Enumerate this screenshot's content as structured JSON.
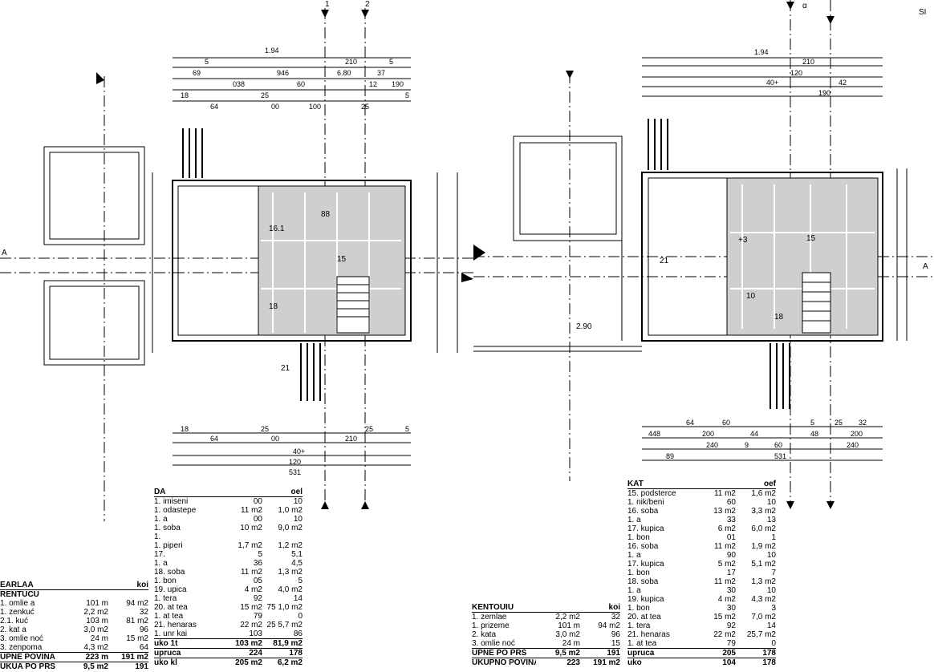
{
  "plan_left": {
    "axis_top": [
      "1",
      "2"
    ],
    "axis_side": "A",
    "rooms": [
      "16.1",
      "15",
      "18",
      "88",
      "21"
    ],
    "dims_top": [
      "1.94",
      "5",
      "210",
      "5",
      "69",
      "946",
      "37",
      "038",
      "60",
      "6.80",
      "12",
      "190",
      "18",
      "64",
      "25",
      "00",
      "100",
      "25",
      "5"
    ],
    "dims_bottom": [
      "18",
      "64",
      "25",
      "00",
      "210",
      "25",
      "5",
      "40+",
      "120",
      "531"
    ]
  },
  "plan_right": {
    "axis_top": [
      "α",
      "SI"
    ],
    "axis_side": "A",
    "rooms": [
      "21",
      "+3",
      "15",
      "18",
      "2.90",
      "10"
    ],
    "dims_top": [
      "1.94",
      "210",
      "40+",
      "42",
      "120",
      "190"
    ],
    "dims_bottom": [
      "64",
      "60",
      "5",
      "25",
      "32",
      "448",
      "200",
      "44",
      "48",
      "200",
      "240",
      "9",
      "60",
      "240",
      "89",
      "531"
    ]
  },
  "table_left": {
    "title": "EARLAA",
    "subtitle": "RENTUCU",
    "col_header": "koi",
    "rows": [
      [
        "1. omlie a",
        "101 m",
        "94 m2"
      ],
      [
        "1. zenkuć",
        "2,2 m2",
        "32"
      ],
      [
        "2.1. kuć",
        "103 m",
        "81 m2"
      ],
      [
        "2. kat a",
        "3,0 m2",
        "96"
      ],
      [
        "3. omlie noć",
        "24 m",
        "15 m2"
      ],
      [
        "3. zenpoma",
        "4,3 m2",
        "64"
      ]
    ],
    "total1": [
      "UPNE POVINA",
      "223 m",
      "191 m2"
    ],
    "total2": [
      "UKUA PO PRS",
      "9,5 m2",
      "191"
    ]
  },
  "table_mid": {
    "title": "DA",
    "col_header": "oel",
    "rows": [
      [
        "1. imiseni",
        "00",
        "10"
      ],
      [
        "1. odastepe",
        "11 m2",
        "1,0 m2"
      ],
      [
        "1. a",
        "00",
        "10"
      ],
      [
        "1. soba",
        "10 m2",
        "9,0 m2"
      ],
      [
        "1. ",
        "",
        ""
      ],
      [
        "1. piperi",
        "1,7 m2",
        "1,2 m2"
      ],
      [
        "17. ",
        "5",
        "5,1"
      ],
      [
        "1. a",
        "36",
        "4,5"
      ],
      [
        "18. soba",
        "11 m2",
        "1,3 m2"
      ],
      [
        "1. bon",
        "05",
        "5"
      ],
      [
        "19. upica",
        "4 m2",
        "4,0 m2"
      ],
      [
        "1. tera",
        "92",
        "14"
      ],
      [
        "20. at tea",
        "15 m2",
        "75 1,0 m2"
      ],
      [
        "1. at tea",
        "79",
        "0"
      ],
      [
        "21. henaras",
        "22 m2",
        "25 5,7 m2"
      ],
      [
        "1. unr kai",
        "103",
        "86"
      ]
    ],
    "total1": [
      "uko 1t",
      "103 m2",
      "81,9 m2"
    ],
    "total2": [
      "upruca",
      "224",
      "178"
    ],
    "total3": [
      "uko kl",
      "205 m2",
      "6,2 m2"
    ]
  },
  "table_right_small": {
    "title": "KENTOUIU",
    "col_header": "koi",
    "rows": [
      [
        "1. zemlae",
        "2,2 m2",
        "32"
      ],
      [
        "1. prizeme",
        "101 m",
        "94 m2"
      ],
      [
        "2. kata",
        "3,0 m2",
        "96"
      ],
      [
        "3. omlie noć",
        "24 m",
        "15"
      ]
    ],
    "total1": [
      "UPNE PO PRŠ",
      "9,5 m2",
      "191"
    ],
    "total2": [
      "UKUPNO POVINA",
      "223",
      "191 m2"
    ]
  },
  "table_right": {
    "title": "KAT",
    "col_header": "oef",
    "rows": [
      [
        "15. podsterce",
        "11 m2",
        "1,6 m2"
      ],
      [
        "1. nik/beni",
        "60",
        "10"
      ],
      [
        "16. soba",
        "13 m2",
        "3,3 m2"
      ],
      [
        "1. a",
        "33",
        "13"
      ],
      [
        "17. kupica",
        "6 m2",
        "6,0 m2"
      ],
      [
        "1. bon",
        "01",
        "1"
      ],
      [
        "16. soba",
        "11 m2",
        "1,9 m2"
      ],
      [
        "1. a",
        "90",
        "10"
      ],
      [
        "17. kupica",
        "5 m2",
        "5,1 m2"
      ],
      [
        "1. bon",
        "17",
        "7"
      ],
      [
        "18. soba",
        "11 m2",
        "1,3 m2"
      ],
      [
        "1. a",
        "30",
        "10"
      ],
      [
        "19. kupica",
        "4 m2",
        "4,3 m2"
      ],
      [
        "1. bon",
        "30",
        "3"
      ],
      [
        "20. at tea",
        "15 m2",
        "7,0 m2"
      ],
      [
        "1. tera",
        "92",
        "14"
      ],
      [
        "21. henaras",
        "22 m2",
        "25,7 m2"
      ],
      [
        "1. at tea",
        "79",
        "0"
      ]
    ],
    "total1": [
      "upruca",
      "205",
      "178"
    ],
    "total2": [
      "uko",
      "104",
      "178"
    ]
  },
  "colors": {
    "ink": "#000000",
    "hatch": "#9a9a9a",
    "paper": "#ffffff"
  }
}
